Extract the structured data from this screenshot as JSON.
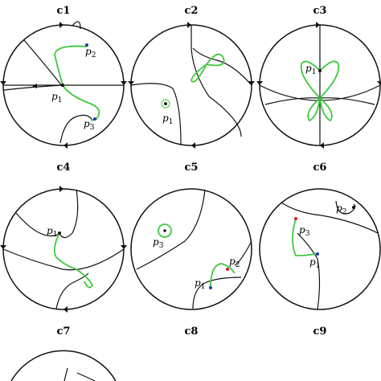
{
  "panels": [
    {
      "id": "c1",
      "title": "c1",
      "points": [
        {
          "base": "p",
          "sub": "2"
        },
        {
          "base": "p",
          "sub": "1"
        },
        {
          "base": "p",
          "sub": "3"
        }
      ]
    },
    {
      "id": "c2",
      "title": "c2",
      "points": [
        {
          "base": "p",
          "sub": "1"
        }
      ]
    },
    {
      "id": "c3",
      "title": "c3",
      "points": [
        {
          "base": "p",
          "sub": "1"
        }
      ]
    },
    {
      "id": "c4",
      "title": "c4",
      "points": [
        {
          "base": "p",
          "sub": "1"
        }
      ]
    },
    {
      "id": "c5",
      "title": "c5",
      "points": [
        {
          "base": "p",
          "sub": "3"
        },
        {
          "base": "p",
          "sub": "2"
        },
        {
          "base": "p",
          "sub": "1"
        }
      ]
    },
    {
      "id": "c6",
      "title": "c6",
      "points": [
        {
          "base": "p",
          "sub": "2"
        },
        {
          "base": "p",
          "sub": "3"
        },
        {
          "base": "p",
          "sub": "1"
        }
      ]
    },
    {
      "id": "c7",
      "title": "c7",
      "points": []
    },
    {
      "id": "c8",
      "title": "c8",
      "points": []
    },
    {
      "id": "c9",
      "title": "c9",
      "points": []
    }
  ],
  "colors": {
    "orbit": "#111111",
    "highlight": "#3ec83e",
    "point_red": "#cc2222",
    "point_blue": "#2233bb"
  }
}
